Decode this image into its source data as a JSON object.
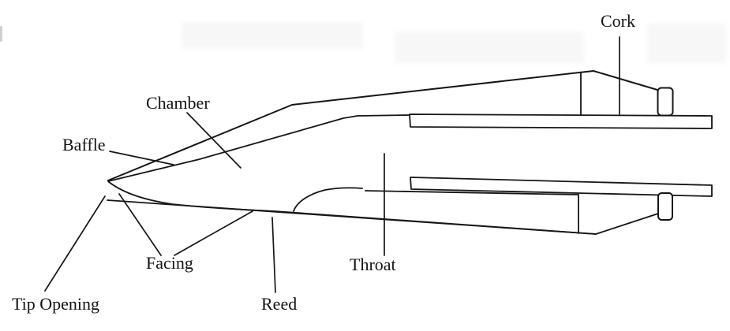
{
  "diagram": {
    "title_semantic": "Saxophone mouthpiece cross-section diagram",
    "labels": {
      "cork": "Cork",
      "chamber": "Chamber",
      "baffle": "Baffle",
      "facing": "Facing",
      "throat": "Throat",
      "reed": "Reed",
      "tip_opening": "Tip Opening"
    },
    "colors": {
      "line": "#161616",
      "background": "#ffffff"
    }
  }
}
